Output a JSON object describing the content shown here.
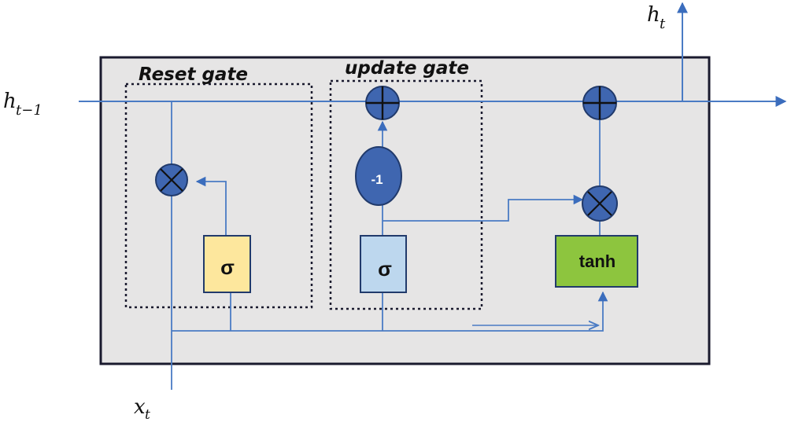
{
  "labels": {
    "reset_gate": "Reset gate",
    "update_gate": "update gate",
    "h_prev": "h",
    "h_prev_sub": "t−1",
    "h_out": "h",
    "h_out_sub": "t",
    "x_in": "x",
    "x_in_sub": "t",
    "sigma_reset": "σ",
    "sigma_update": "σ",
    "tanh": "tanh",
    "neg_one": "-1"
  },
  "colors": {
    "panel_fill": "#e6e5e5",
    "panel_border": "#1a1a2e",
    "line": "#4a7bc4",
    "node_fill": "#3f66b0",
    "node_stroke": "#213a6b",
    "sigma_reset_fill": "#fde79d",
    "sigma_update_fill": "#bdd7ee",
    "tanh_fill": "#8dc53e"
  }
}
